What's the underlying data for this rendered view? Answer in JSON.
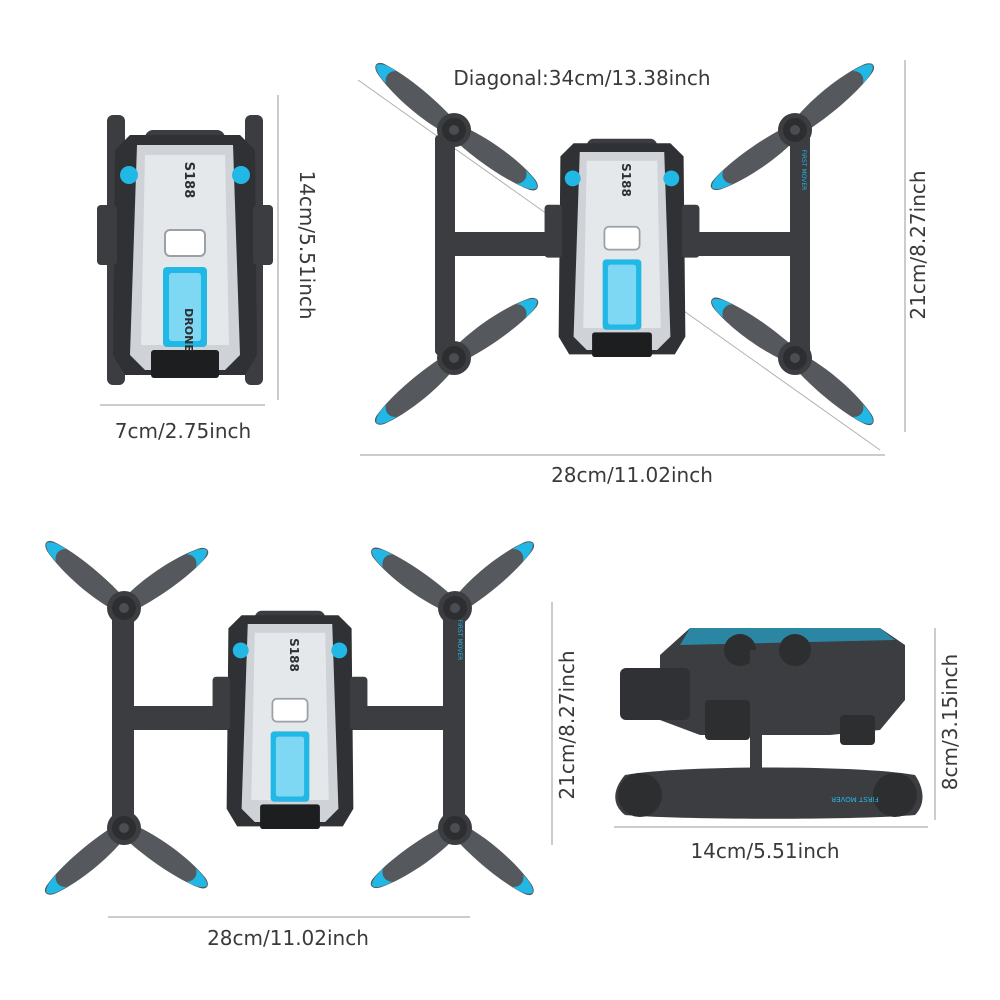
{
  "dimensions": {
    "folded_height": "14cm/5.51inch",
    "folded_width": "7cm/2.75inch",
    "diagonal": "Diagonal:34cm/13.38inch",
    "top_height": "21cm/8.27inch",
    "top_width": "28cm/11.02inch",
    "bottom_height": "21cm/8.27inch",
    "bottom_width": "28cm/11.02inch",
    "side_height": "8cm/3.15inch",
    "side_width": "14cm/5.51inch"
  },
  "product_marks": {
    "model": "S188",
    "brand": "DRONE",
    "arm_text": "FIRST MOVER"
  },
  "colors": {
    "body_dark": "#3b3d40",
    "body_silver": "#cfd3d8",
    "accent_blue": "#22b8e6",
    "prop_gray": "#55585c",
    "dim_line": "#9a9a9a"
  }
}
